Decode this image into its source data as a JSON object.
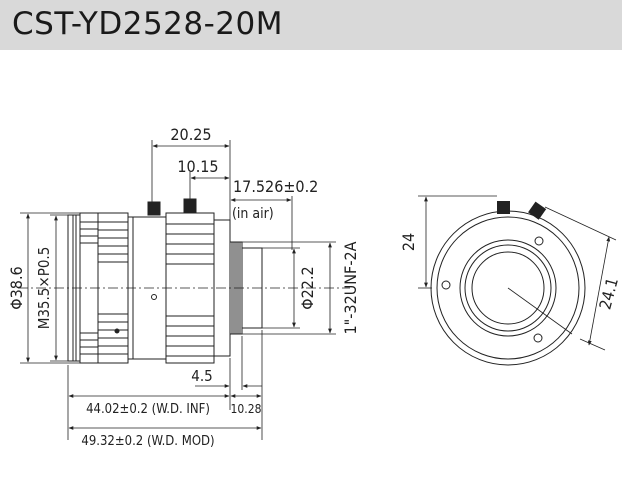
{
  "title": "CST-YD2528-20M",
  "dimensions": {
    "d20_25": "20.25",
    "d10_15": "10.15",
    "d17_526": "17.526±0.2",
    "in_air": "(in air)",
    "phi38_6": "Φ38.6",
    "m35": "M35.5×P0.5",
    "phi22_2": "Φ22.2",
    "unf": "1\"-32UNF-2A",
    "d4_5": "4.5",
    "d44_02": "44.02±0.2 (W.D. INF)",
    "d10_28": "10.28",
    "d49_32": "49.32±0.2 (W.D. MOD)",
    "d24": "24",
    "d24_1": "24.1"
  },
  "colors": {
    "line": "#222222",
    "title_bg": "#d9d9d9",
    "lens_fill": "#ffffff"
  }
}
